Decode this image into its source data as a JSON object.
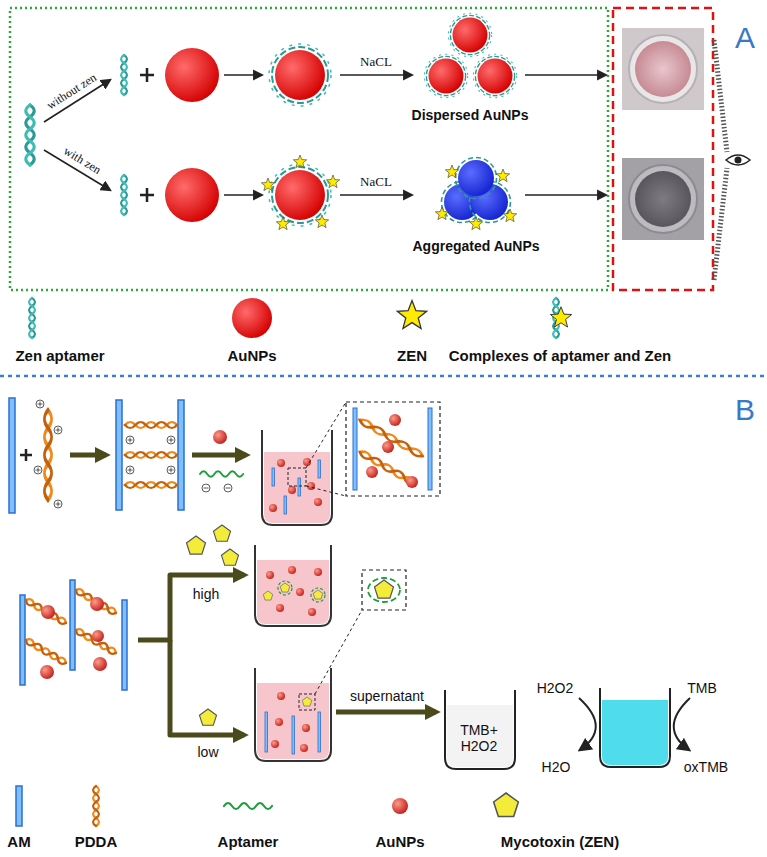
{
  "diagram": {
    "nodes": [
      {
        "text": [
          "Dispersed AuNPs"
        ]
      },
      {
        "text": [
          "Aggregated AuNPs"
        ]
      },
      {
        "text": [
          "TMB+ H2O2"
        ]
      }
    ],
    "labels": [
      "A",
      "without zen",
      "with zen",
      "NaCL",
      "NaCL",
      "B",
      "high",
      "low",
      "supernatant",
      "H2O2",
      "TMB",
      "H2O",
      "oxTMB"
    ],
    "legend": [
      {
        "text": "Zen aptamer"
      },
      {
        "text": "AuNPs"
      },
      {
        "text": "ZEN"
      },
      {
        "text": "Complexes of aptamer and Zen"
      },
      {
        "text": "AM"
      },
      {
        "text": "PDDA"
      },
      {
        "text": "Aptamer"
      },
      {
        "text": "AuNPs"
      },
      {
        "text": "Mycotoxin (ZEN)"
      }
    ]
  }
}
